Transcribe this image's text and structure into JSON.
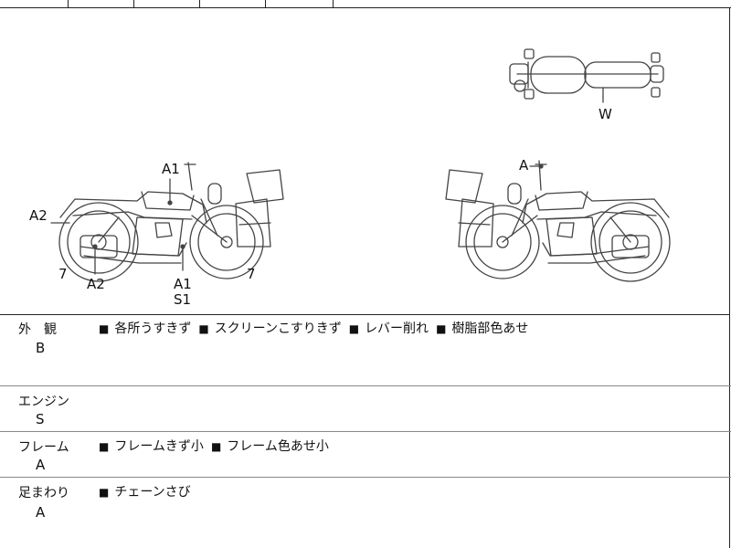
{
  "diagram": {
    "labels": {
      "w": "W",
      "a1_top": "A1",
      "a2_left": "A2",
      "seven_left": "7",
      "a2_bottom": "A2",
      "a1_bottom": "A1",
      "s1_bottom": "S1",
      "seven_right": "7",
      "a_right": "A"
    }
  },
  "sections": [
    {
      "category": "外　観",
      "grade": "B",
      "notes": [
        "各所うすきず",
        "スクリーンこすりきず",
        "レバー削れ",
        "樹脂部色あせ"
      ]
    },
    {
      "category": "エンジン",
      "grade": "S",
      "notes": []
    },
    {
      "category": "フレーム",
      "grade": "A",
      "notes": [
        "フレームきず小",
        "フレーム色あせ小"
      ]
    },
    {
      "category": "足まわり",
      "grade": "A",
      "notes": [
        "チェーンさび"
      ]
    }
  ],
  "bullet": "■"
}
